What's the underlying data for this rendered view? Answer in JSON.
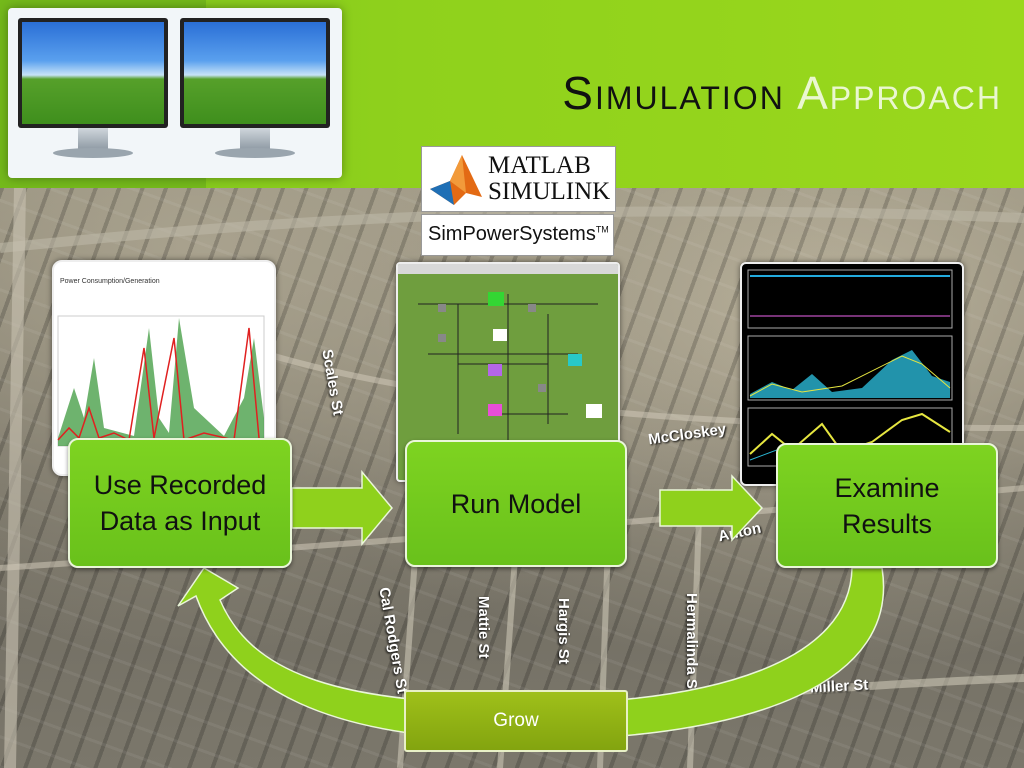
{
  "title": {
    "part1": "Simulation",
    "part2": "Approach"
  },
  "logos": {
    "matlab_line1": "MATLAB",
    "matlab_line2": "SIMULINK",
    "simpower": "SimPowerSystems",
    "trademark": "TM"
  },
  "steps": {
    "input_line1": "Use Recorded",
    "input_line2": "Data as Input",
    "run": "Run Model",
    "results_line1": "Examine",
    "results_line2": "Results",
    "grow": "Grow"
  },
  "thumbnails": {
    "data_title": "Power Consumption/Generation"
  },
  "streets": [
    "McCloskey",
    "Anton",
    "Hargis St",
    "Hermalinda St",
    "Cal Rodgers St",
    "Mattie St",
    "Miller St",
    "Scales St"
  ],
  "colors": {
    "accent_green": "#7ed321",
    "header_green": "#8fd11c",
    "grow_olive": "#9fc01a",
    "arrow_green": "#8fd11c"
  }
}
